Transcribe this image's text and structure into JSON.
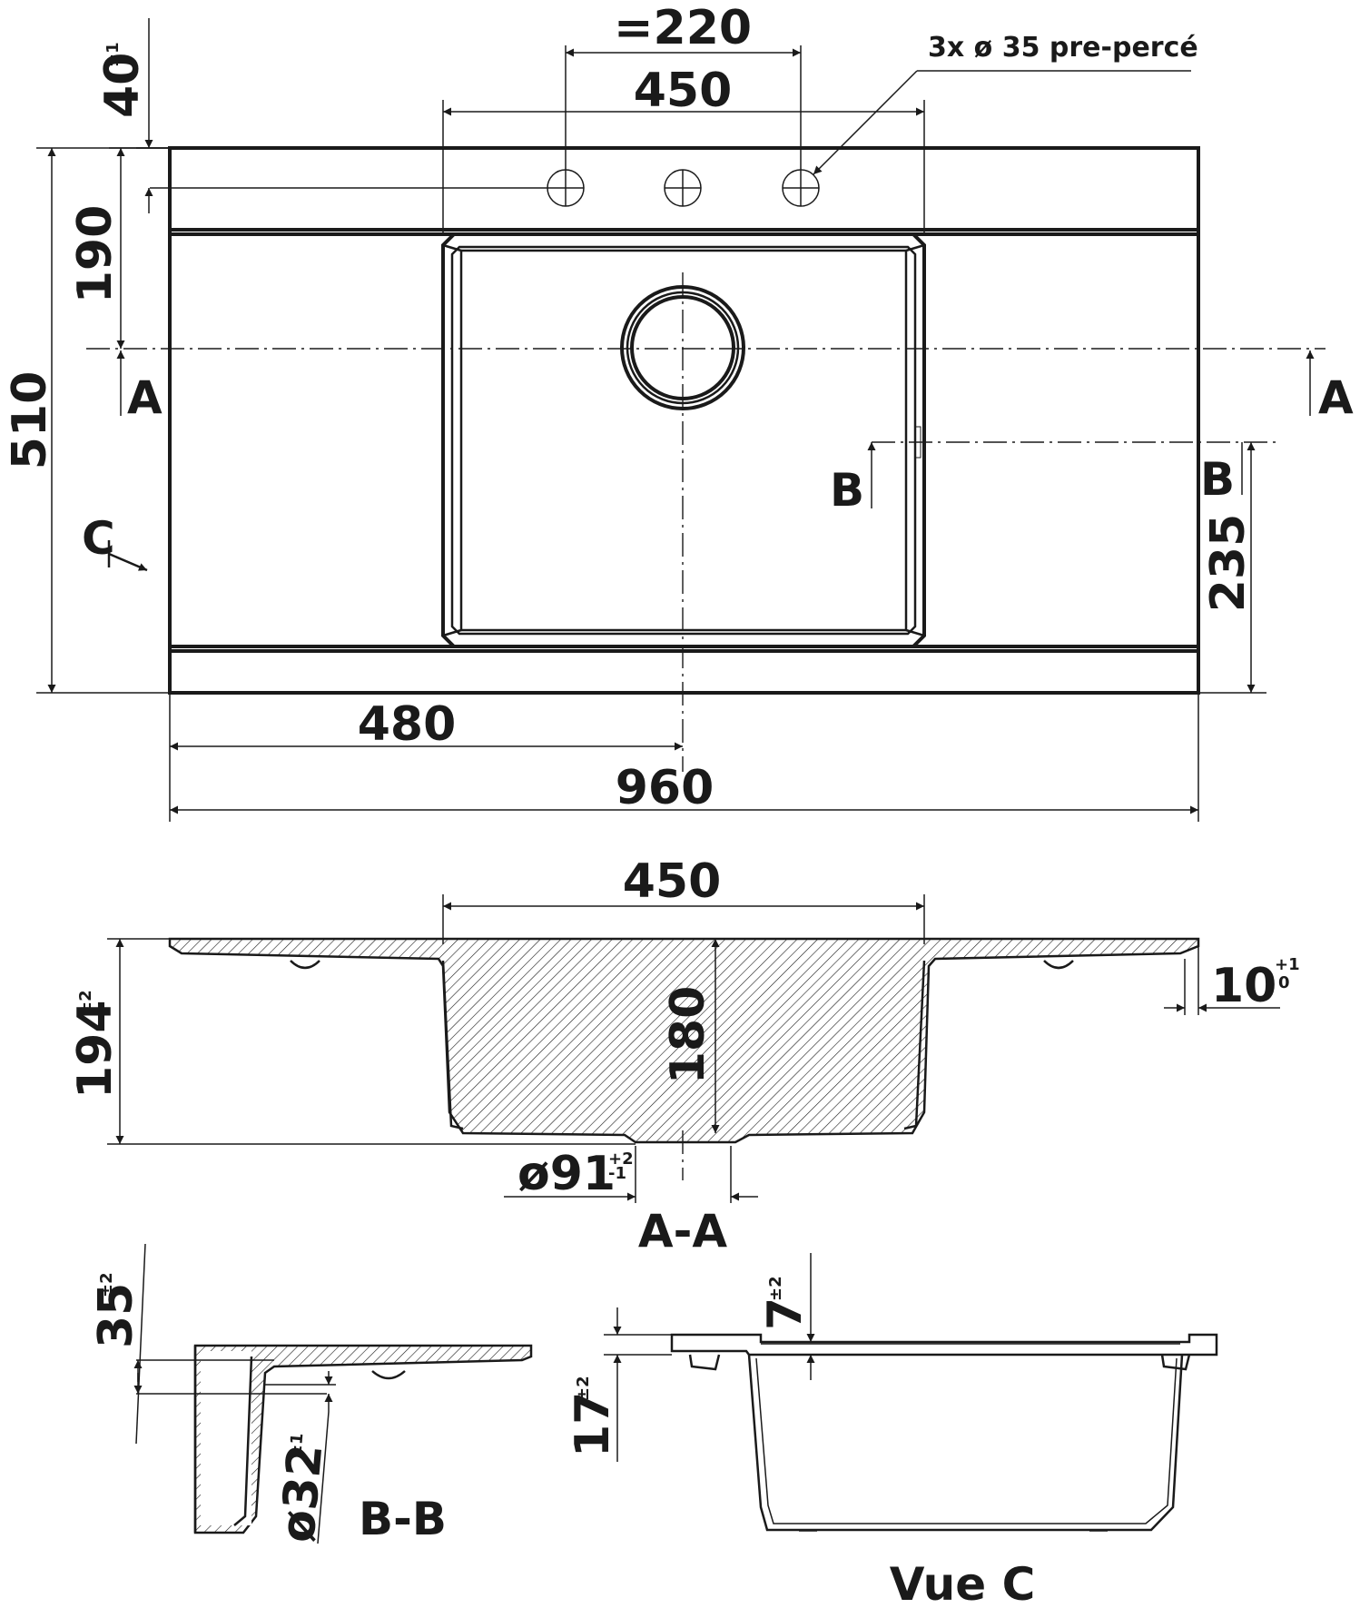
{
  "colors": {
    "ink": "#1a1a1a",
    "paper": "#ffffff"
  },
  "icons": [
    "arrow-head-icon",
    "tap-hole-icon",
    "drain-hole-icon"
  ],
  "top_view": {
    "dim_220": "=220",
    "dim_450": "450",
    "note_holes": "3x ø 35 pre-percé",
    "dim_40": "40",
    "dim_40_tol": "±1",
    "dim_190": "190",
    "dim_510": "510",
    "dim_235": "235",
    "dim_480": "480",
    "dim_960": "960",
    "section_a": "A",
    "section_b": "B",
    "view_c": "C"
  },
  "section_aa": {
    "title": "A-A",
    "dim_450": "450",
    "dim_180": "180",
    "dim_194": "194",
    "dim_194_tol": "±2",
    "dim_10": "10",
    "dim_10_tol_up": "+1",
    "dim_10_tol_down": "0",
    "dim_91": "ø91",
    "dim_91_tol_up": "+2",
    "dim_91_tol_down": "-1"
  },
  "section_bb": {
    "title": "B-B",
    "dim_35": "35",
    "dim_35_tol": "±2",
    "dim_32": "ø32",
    "dim_32_tol": "±1"
  },
  "view_c_detail": {
    "title": "Vue C",
    "dim_7": "7",
    "dim_7_tol": "±2",
    "dim_17": "17",
    "dim_17_tol": "±2"
  }
}
